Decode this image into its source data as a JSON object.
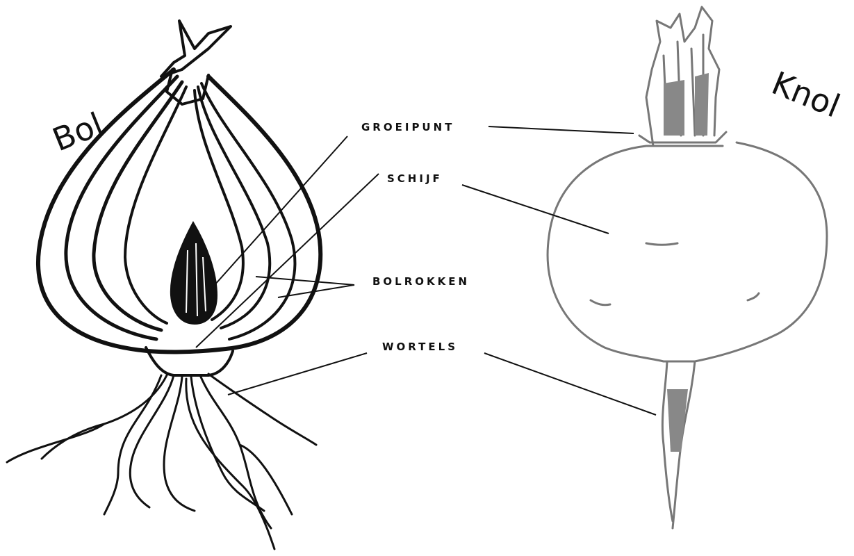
{
  "titles": {
    "bulb": "Bol",
    "tuber": "Knol"
  },
  "labels": {
    "growing_point": "GROEIPUNT",
    "basal_plate": "SCHIJF",
    "bulb_scales": "BOLROKKEN",
    "roots": "WORTELS"
  },
  "colors": {
    "ink": "#111111",
    "beet_outline": "#777777",
    "background": "#ffffff"
  }
}
